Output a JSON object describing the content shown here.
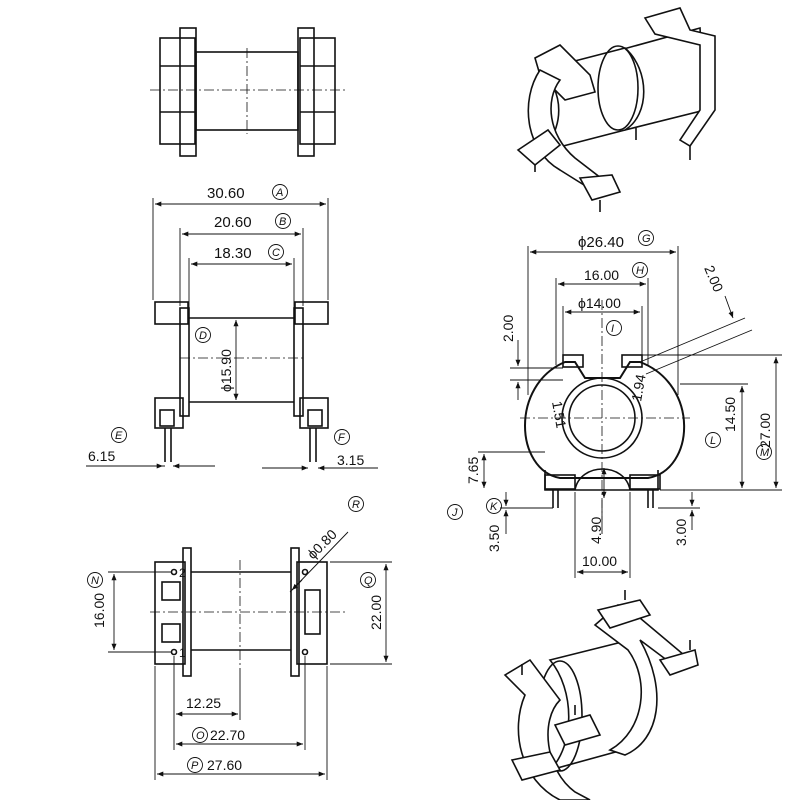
{
  "dimensions": {
    "a": "30.60",
    "b": "20.60",
    "c": "18.30",
    "d": "ϕ15.90",
    "e": "6.15",
    "f": "3.15",
    "g": "ϕ26.40",
    "h": "16.00",
    "i": "ϕ14.00",
    "j": "2.00",
    "k": "2.00",
    "l": "14.50",
    "m": "27.00",
    "n": "1.51",
    "o": "1.94",
    "p": "7.65",
    "q": "3.50",
    "r": "4.90",
    "s": "3.00",
    "t": "10.00",
    "u": "16.00",
    "v": "22.00",
    "w": "ϕ0.80",
    "x": "12.25",
    "y": "22.70",
    "z": "27.60"
  },
  "callouts": {
    "A": "A",
    "B": "B",
    "C": "C",
    "D": "D",
    "E": "E",
    "F": "F",
    "G": "G",
    "H": "H",
    "I": "I",
    "J": "J",
    "K": "K",
    "L": "L",
    "M": "M",
    "N": "N",
    "O": "O",
    "P": "P",
    "Q": "Q",
    "R": "R"
  },
  "pins": {
    "pin2": "2",
    "pin1": "1"
  }
}
